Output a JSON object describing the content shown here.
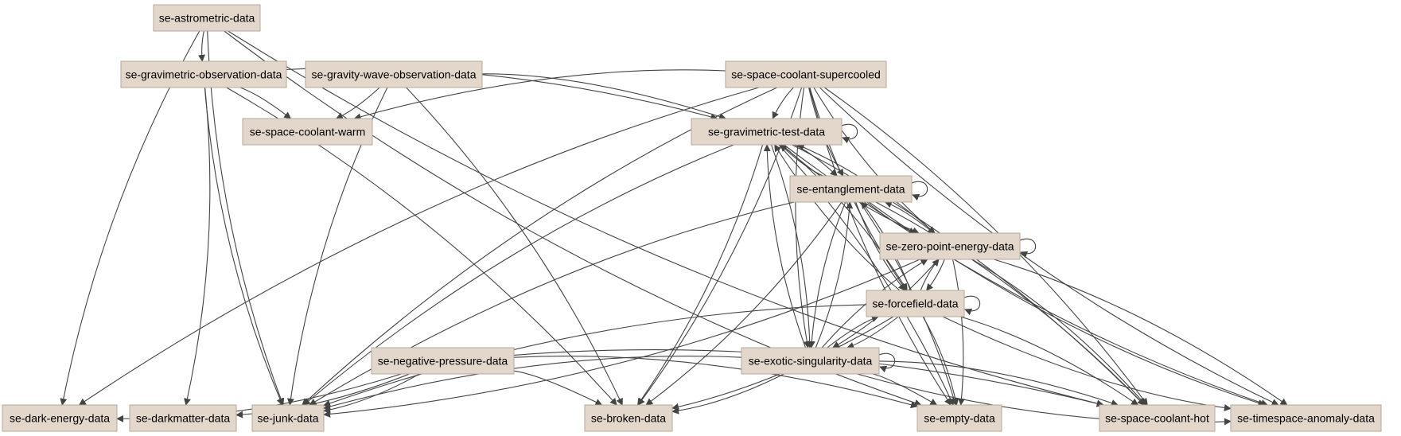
{
  "graph": {
    "nodes": [
      {
        "id": "astrometric",
        "label": "se-astrometric-data"
      },
      {
        "id": "gravimetric_obs",
        "label": "se-gravimetric-observation-data"
      },
      {
        "id": "gravity_wave",
        "label": "se-gravity-wave-observation-data"
      },
      {
        "id": "coolant_super",
        "label": "se-space-coolant-supercooled"
      },
      {
        "id": "coolant_warm",
        "label": "se-space-coolant-warm"
      },
      {
        "id": "grav_test",
        "label": "se-gravimetric-test-data"
      },
      {
        "id": "entanglement",
        "label": "se-entanglement-data"
      },
      {
        "id": "zero_point",
        "label": "se-zero-point-energy-data"
      },
      {
        "id": "forcefield",
        "label": "se-forcefield-data"
      },
      {
        "id": "negative_pressure",
        "label": "se-negative-pressure-data"
      },
      {
        "id": "exotic",
        "label": "se-exotic-singularity-data"
      },
      {
        "id": "dark_energy",
        "label": "se-dark-energy-data"
      },
      {
        "id": "darkmatter",
        "label": "se-darkmatter-data"
      },
      {
        "id": "junk",
        "label": "se-junk-data"
      },
      {
        "id": "broken",
        "label": "se-broken-data"
      },
      {
        "id": "empty",
        "label": "se-empty-data"
      },
      {
        "id": "coolant_hot",
        "label": "se-space-coolant-hot"
      },
      {
        "id": "timespace",
        "label": "se-timespace-anomaly-data"
      }
    ],
    "edges": [
      [
        "astrometric",
        "gravimetric_obs"
      ],
      [
        "astrometric",
        "dark_energy"
      ],
      [
        "astrometric",
        "junk"
      ],
      [
        "astrometric",
        "coolant_hot"
      ],
      [
        "astrometric",
        "empty"
      ],
      [
        "gravimetric_obs",
        "coolant_warm"
      ],
      [
        "gravimetric_obs",
        "grav_test"
      ],
      [
        "gravimetric_obs",
        "darkmatter"
      ],
      [
        "gravimetric_obs",
        "junk"
      ],
      [
        "gravimetric_obs",
        "broken"
      ],
      [
        "gravity_wave",
        "coolant_warm"
      ],
      [
        "gravity_wave",
        "grav_test"
      ],
      [
        "gravity_wave",
        "junk"
      ],
      [
        "gravity_wave",
        "broken"
      ],
      [
        "coolant_super",
        "coolant_warm"
      ],
      [
        "coolant_super",
        "grav_test"
      ],
      [
        "coolant_super",
        "entanglement"
      ],
      [
        "coolant_super",
        "zero_point"
      ],
      [
        "coolant_super",
        "forcefield"
      ],
      [
        "coolant_super",
        "exotic"
      ],
      [
        "coolant_super",
        "dark_energy"
      ],
      [
        "coolant_super",
        "junk"
      ],
      [
        "coolant_super",
        "broken"
      ],
      [
        "coolant_super",
        "empty"
      ],
      [
        "coolant_super",
        "coolant_hot"
      ],
      [
        "coolant_super",
        "timespace"
      ],
      [
        "grav_test",
        "grav_test"
      ],
      [
        "grav_test",
        "entanglement"
      ],
      [
        "grav_test",
        "zero_point"
      ],
      [
        "grav_test",
        "forcefield"
      ],
      [
        "grav_test",
        "exotic"
      ],
      [
        "grav_test",
        "junk"
      ],
      [
        "grav_test",
        "broken"
      ],
      [
        "grav_test",
        "empty"
      ],
      [
        "grav_test",
        "coolant_hot"
      ],
      [
        "grav_test",
        "timespace"
      ],
      [
        "entanglement",
        "entanglement"
      ],
      [
        "entanglement",
        "grav_test"
      ],
      [
        "entanglement",
        "zero_point"
      ],
      [
        "entanglement",
        "forcefield"
      ],
      [
        "entanglement",
        "exotic"
      ],
      [
        "entanglement",
        "junk"
      ],
      [
        "entanglement",
        "broken"
      ],
      [
        "entanglement",
        "empty"
      ],
      [
        "entanglement",
        "coolant_hot"
      ],
      [
        "entanglement",
        "timespace"
      ],
      [
        "zero_point",
        "zero_point"
      ],
      [
        "zero_point",
        "grav_test"
      ],
      [
        "zero_point",
        "entanglement"
      ],
      [
        "zero_point",
        "forcefield"
      ],
      [
        "zero_point",
        "exotic"
      ],
      [
        "zero_point",
        "junk"
      ],
      [
        "zero_point",
        "empty"
      ],
      [
        "zero_point",
        "coolant_hot"
      ],
      [
        "zero_point",
        "timespace"
      ],
      [
        "forcefield",
        "forcefield"
      ],
      [
        "forcefield",
        "grav_test"
      ],
      [
        "forcefield",
        "entanglement"
      ],
      [
        "forcefield",
        "zero_point"
      ],
      [
        "forcefield",
        "exotic"
      ],
      [
        "forcefield",
        "junk"
      ],
      [
        "forcefield",
        "broken"
      ],
      [
        "forcefield",
        "empty"
      ],
      [
        "forcefield",
        "coolant_hot"
      ],
      [
        "forcefield",
        "timespace"
      ],
      [
        "exotic",
        "exotic"
      ],
      [
        "exotic",
        "grav_test"
      ],
      [
        "exotic",
        "entanglement"
      ],
      [
        "exotic",
        "zero_point"
      ],
      [
        "exotic",
        "forcefield"
      ],
      [
        "exotic",
        "junk"
      ],
      [
        "exotic",
        "broken"
      ],
      [
        "exotic",
        "empty"
      ],
      [
        "exotic",
        "coolant_hot"
      ],
      [
        "exotic",
        "timespace"
      ],
      [
        "negative_pressure",
        "dark_energy"
      ],
      [
        "negative_pressure",
        "darkmatter"
      ],
      [
        "negative_pressure",
        "junk"
      ],
      [
        "negative_pressure",
        "broken"
      ],
      [
        "negative_pressure",
        "empty"
      ],
      [
        "negative_pressure",
        "coolant_hot"
      ]
    ],
    "colors": {
      "node_fill": "#e3d7cb",
      "node_border": "#b3a899",
      "edge": "#444444"
    }
  }
}
